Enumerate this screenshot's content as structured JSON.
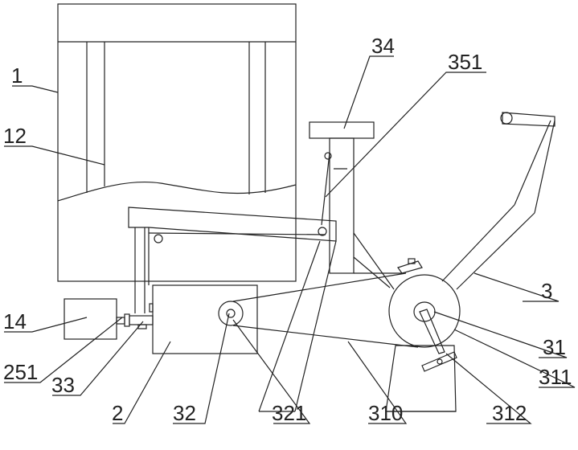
{
  "diagram": {
    "labels": {
      "l1": "1",
      "l12": "12",
      "l14": "14",
      "l251": "251",
      "l33": "33",
      "l2": "2",
      "l32": "32",
      "l321": "321",
      "l310": "310",
      "l312": "312",
      "l311": "311",
      "l31": "31",
      "l3": "3",
      "l34": "34",
      "l351": "351"
    }
  }
}
